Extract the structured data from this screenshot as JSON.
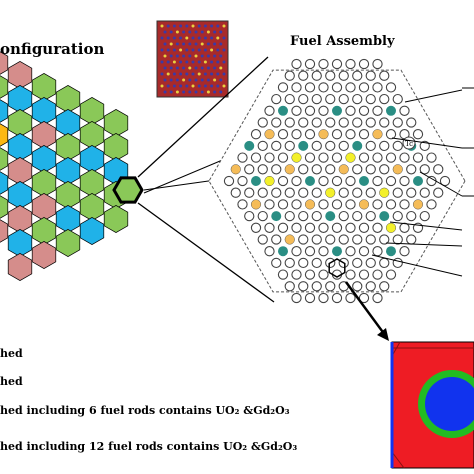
{
  "titles": {
    "core_configuration": "onfiguration",
    "fuel_assembly": "Fuel Assembly"
  },
  "legend": [
    "hed",
    "hed",
    "hed including 6 fuel rods contains UO₂ &Gd₂O₃",
    "hed including 12 fuel rods contains UO₂ &Gd₂O₃"
  ],
  "colors": {
    "pink": "#d58d8b",
    "green": "#8ac858",
    "blue": "#20b2e8",
    "orange": "#fdb813",
    "teal": "#2a8e84",
    "gd_orange": "#f5bc58",
    "gd_yellow": "#f3f02a",
    "cell_red": "#ee1c24",
    "cell_blue": "#1133ee",
    "cell_green": "#22bb22",
    "thumb_bg": "#a82a2a"
  },
  "inset_label": "Tc"
}
